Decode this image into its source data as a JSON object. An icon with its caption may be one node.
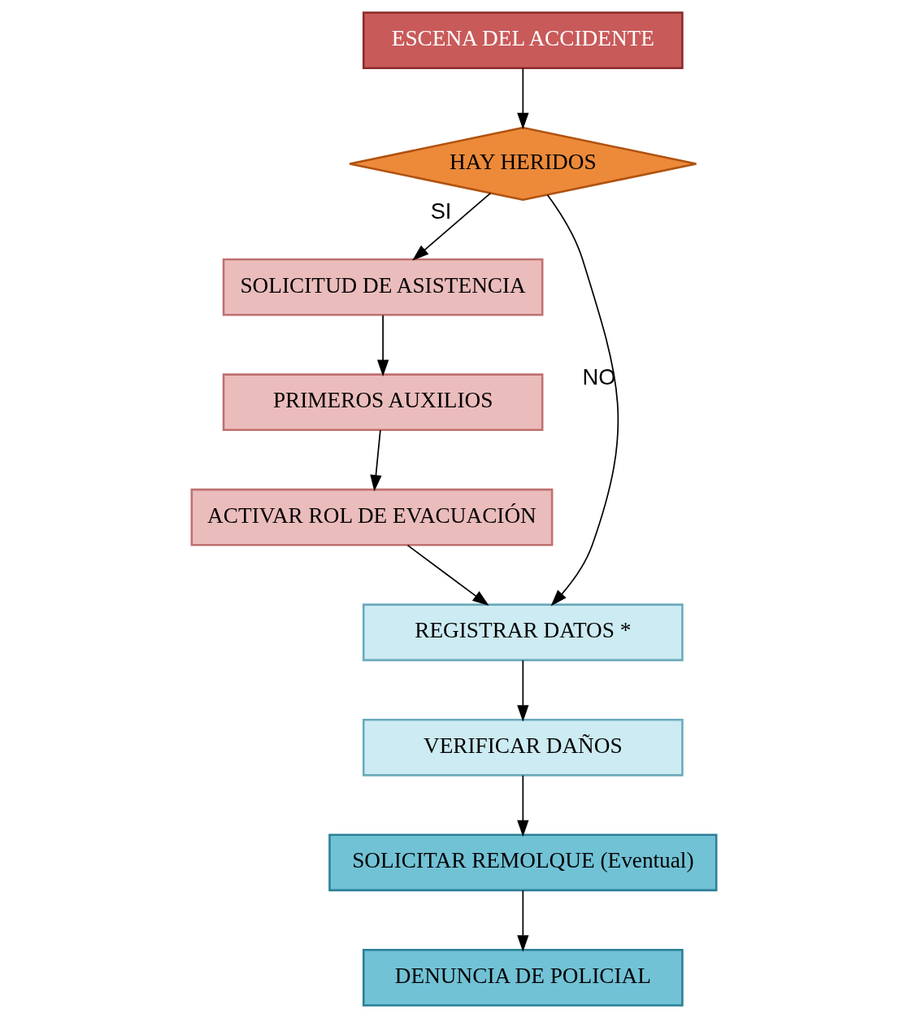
{
  "diagram": {
    "nodes": [
      {
        "text": [
          "ESCENA DEL ACCIDENTE"
        ]
      },
      {
        "text": [
          "HAY HERIDOS"
        ]
      },
      {
        "text": [
          "SOLICITUD DE ASISTENCIA"
        ]
      },
      {
        "text": [
          "PRIMEROS AUXILIOS"
        ]
      },
      {
        "text": [
          "ACTIVAR ROL DE EVACUACIÓN"
        ]
      },
      {
        "text": [
          "REGISTRAR DATOS *"
        ]
      },
      {
        "text": [
          "VERIFICAR DAÑOS"
        ]
      },
      {
        "text": [
          "SOLICITAR REMOLQUE (Eventual)"
        ]
      },
      {
        "text": [
          "DENUNCIA DE POLICIAL"
        ]
      }
    ],
    "edges": [
      {
        "from": 0,
        "to": 1,
        "arrow": "to"
      },
      {
        "from": 1,
        "to": 2,
        "arrow": "to",
        "label": "SI"
      },
      {
        "from": 1,
        "to": 5,
        "arrow": "to",
        "label": "NO"
      },
      {
        "from": 2,
        "to": 3,
        "arrow": "to"
      },
      {
        "from": 3,
        "to": 4,
        "arrow": "to"
      },
      {
        "from": 4,
        "to": 5,
        "arrow": "to"
      },
      {
        "from": 5,
        "to": 6,
        "arrow": "to"
      },
      {
        "from": 6,
        "to": 7,
        "arrow": "to"
      },
      {
        "from": 7,
        "to": 8,
        "arrow": "to"
      }
    ]
  }
}
